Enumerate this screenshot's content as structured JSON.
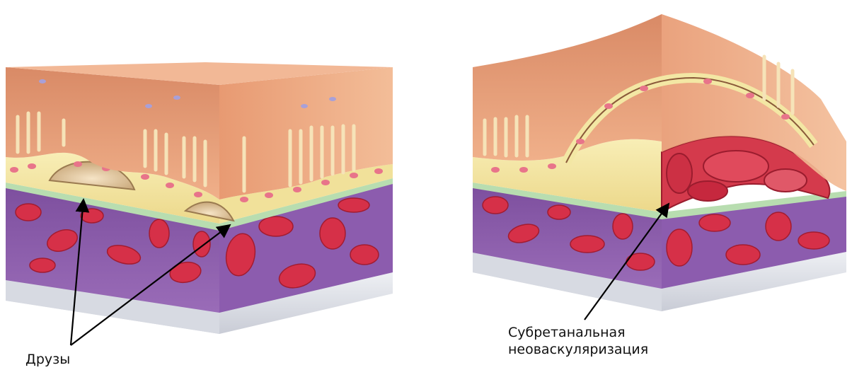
{
  "labels": {
    "drusen": "Друзы",
    "cnv_line1": "Субретанальная",
    "cnv_line2": "неоваскуляризация"
  },
  "colors": {
    "retina_top": "#e8a07a",
    "retina_mid": "#f2b08c",
    "rpe_yellow": "#f5e9a0",
    "cell_pink": "#e87a8a",
    "bruch_green": "#b8ddb0",
    "choroid_purple": "#8a5aa8",
    "vessel_red": "#d8324a",
    "base_grey": "#dcdde4"
  },
  "icons": {
    "arrow": "arrow-icon"
  }
}
